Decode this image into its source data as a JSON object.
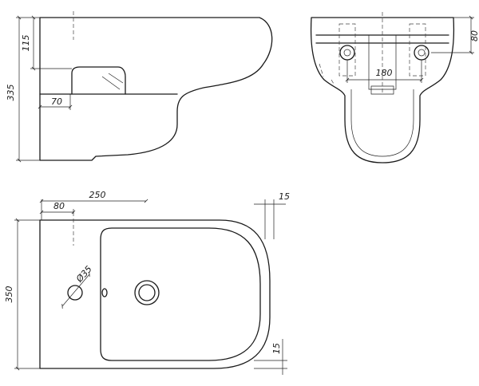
{
  "dimensions": {
    "side_height": "335",
    "side_top": "115",
    "side_depth": "70",
    "front_height": "80",
    "front_spacing": "180",
    "top_length": "250",
    "top_offset": "80",
    "top_rim": "15",
    "top_hole": "Ø35",
    "top_width": "350",
    "top_bottom_rim": "15"
  }
}
